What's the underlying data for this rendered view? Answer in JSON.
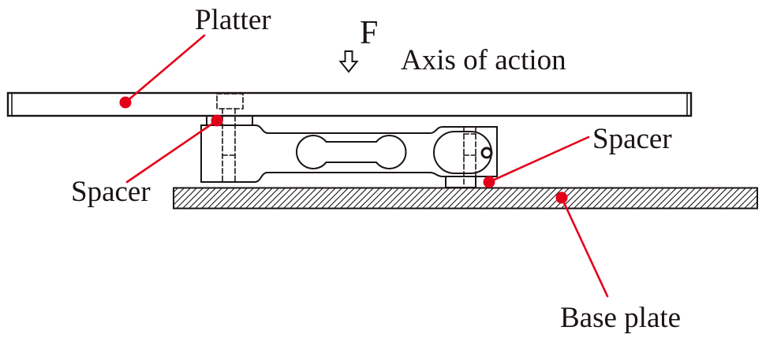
{
  "colors": {
    "ink": "#1b1414",
    "leader_red": "#e50019",
    "paper": "#ffffff"
  },
  "labels": {
    "platter": "Platter",
    "force": "F",
    "axis_of_action": "Axis of action",
    "spacer_left": "Spacer",
    "spacer_right": "Spacer",
    "base_plate": "Base plate"
  }
}
